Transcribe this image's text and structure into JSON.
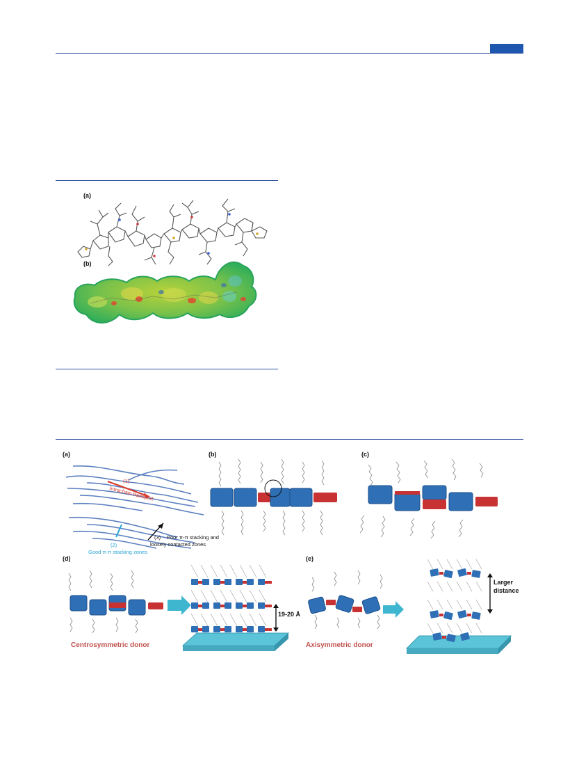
{
  "figure1": {
    "labels": [
      "(a)",
      "(b)"
    ]
  },
  "figure2": {
    "panels": [
      "(a)",
      "(b)",
      "(c)",
      "(d)",
      "(e)"
    ],
    "a_annotations": {
      "intrachain": "(1)\nIntrachain transport",
      "good_num": "(2)",
      "good": "Good π-π stacking zones",
      "poor_num": "(3)",
      "poor_line1": "Poor π-π stacking and",
      "poor_line2": "loosely contacted zones"
    },
    "d_distance": "19-20 Å",
    "d_caption": "Centrosymmetric donor",
    "e_distance_line1": "Larger",
    "e_distance_line2": "distance",
    "e_caption": "Axisymmetric donor"
  },
  "colors": {
    "rule": "#2b4f9e",
    "tab": "#1f57b0",
    "block_blue": "#2e6fb6",
    "block_red": "#c83232",
    "substrate": "#5cc4d8",
    "caption_red": "#c0504d",
    "intrachain_red": "#d93a2b",
    "good_cyan": "#29a6d6"
  }
}
